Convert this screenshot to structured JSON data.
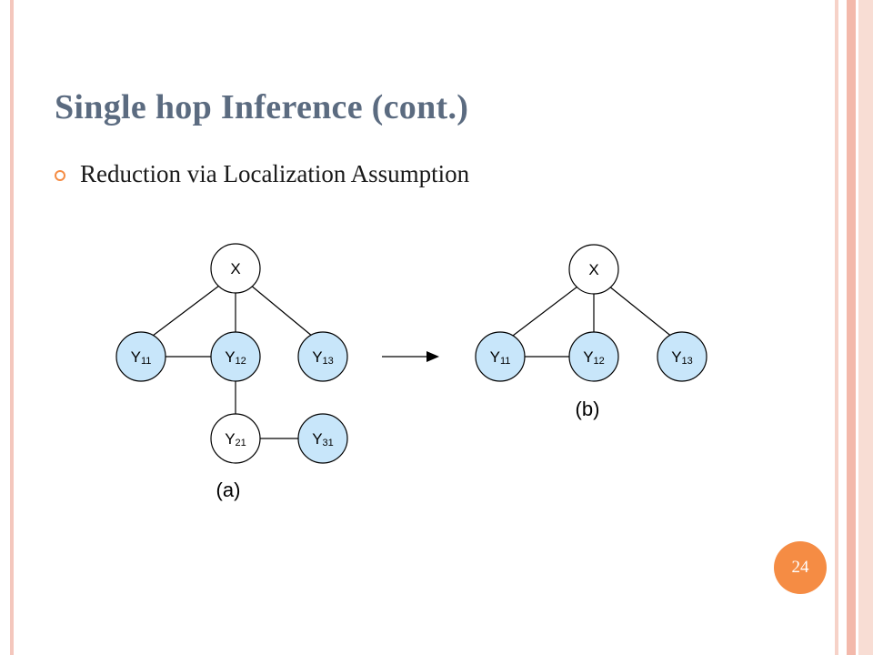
{
  "slide": {
    "title": "Single hop Inference (cont.)",
    "bullet": "Reduction via Localization Assumption",
    "page_number": "24"
  },
  "colors": {
    "title": "#5b6b80",
    "accent": "#f58c44",
    "node_fill": "#c8e6fa",
    "root_fill": "#ffffff"
  },
  "diagram": {
    "graph_a": {
      "caption": "(a)",
      "nodes": {
        "x": {
          "main": "X",
          "sub": ""
        },
        "y11": {
          "main": "Y",
          "sub": "11"
        },
        "y12": {
          "main": "Y",
          "sub": "12"
        },
        "y13": {
          "main": "Y",
          "sub": "13"
        },
        "y21": {
          "main": "Y",
          "sub": "21"
        },
        "y31": {
          "main": "Y",
          "sub": "31"
        }
      }
    },
    "graph_b": {
      "caption": "(b)",
      "nodes": {
        "x": {
          "main": "X",
          "sub": ""
        },
        "y11": {
          "main": "Y",
          "sub": "11"
        },
        "y12": {
          "main": "Y",
          "sub": "12"
        },
        "y13": {
          "main": "Y",
          "sub": "13"
        }
      }
    }
  }
}
